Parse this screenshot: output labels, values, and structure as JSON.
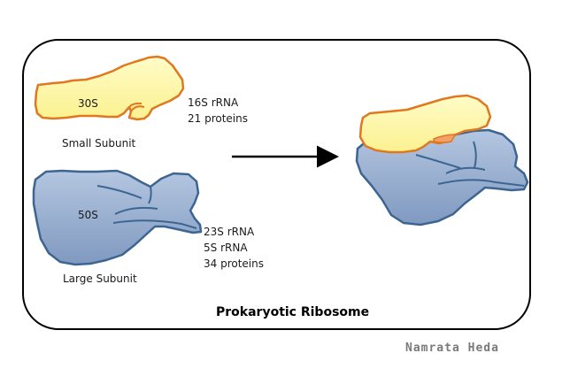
{
  "small_subunit": {
    "name": "30S",
    "caption": "Small Subunit",
    "composition": [
      "16S rRNA",
      "21 proteins"
    ]
  },
  "large_subunit": {
    "name": "50S",
    "caption": "Large Subunit",
    "composition": [
      "23S rRNA",
      "5S rRNA",
      "34 proteins"
    ]
  },
  "title": "Prokaryotic Ribosome",
  "credit": "Namrata Heda",
  "colors": {
    "small_fill": "#fdf7a5",
    "small_outline": "#e07820",
    "large_fill": "#9cb2d2",
    "large_outline": "#3d6591",
    "frame": "#000000"
  }
}
